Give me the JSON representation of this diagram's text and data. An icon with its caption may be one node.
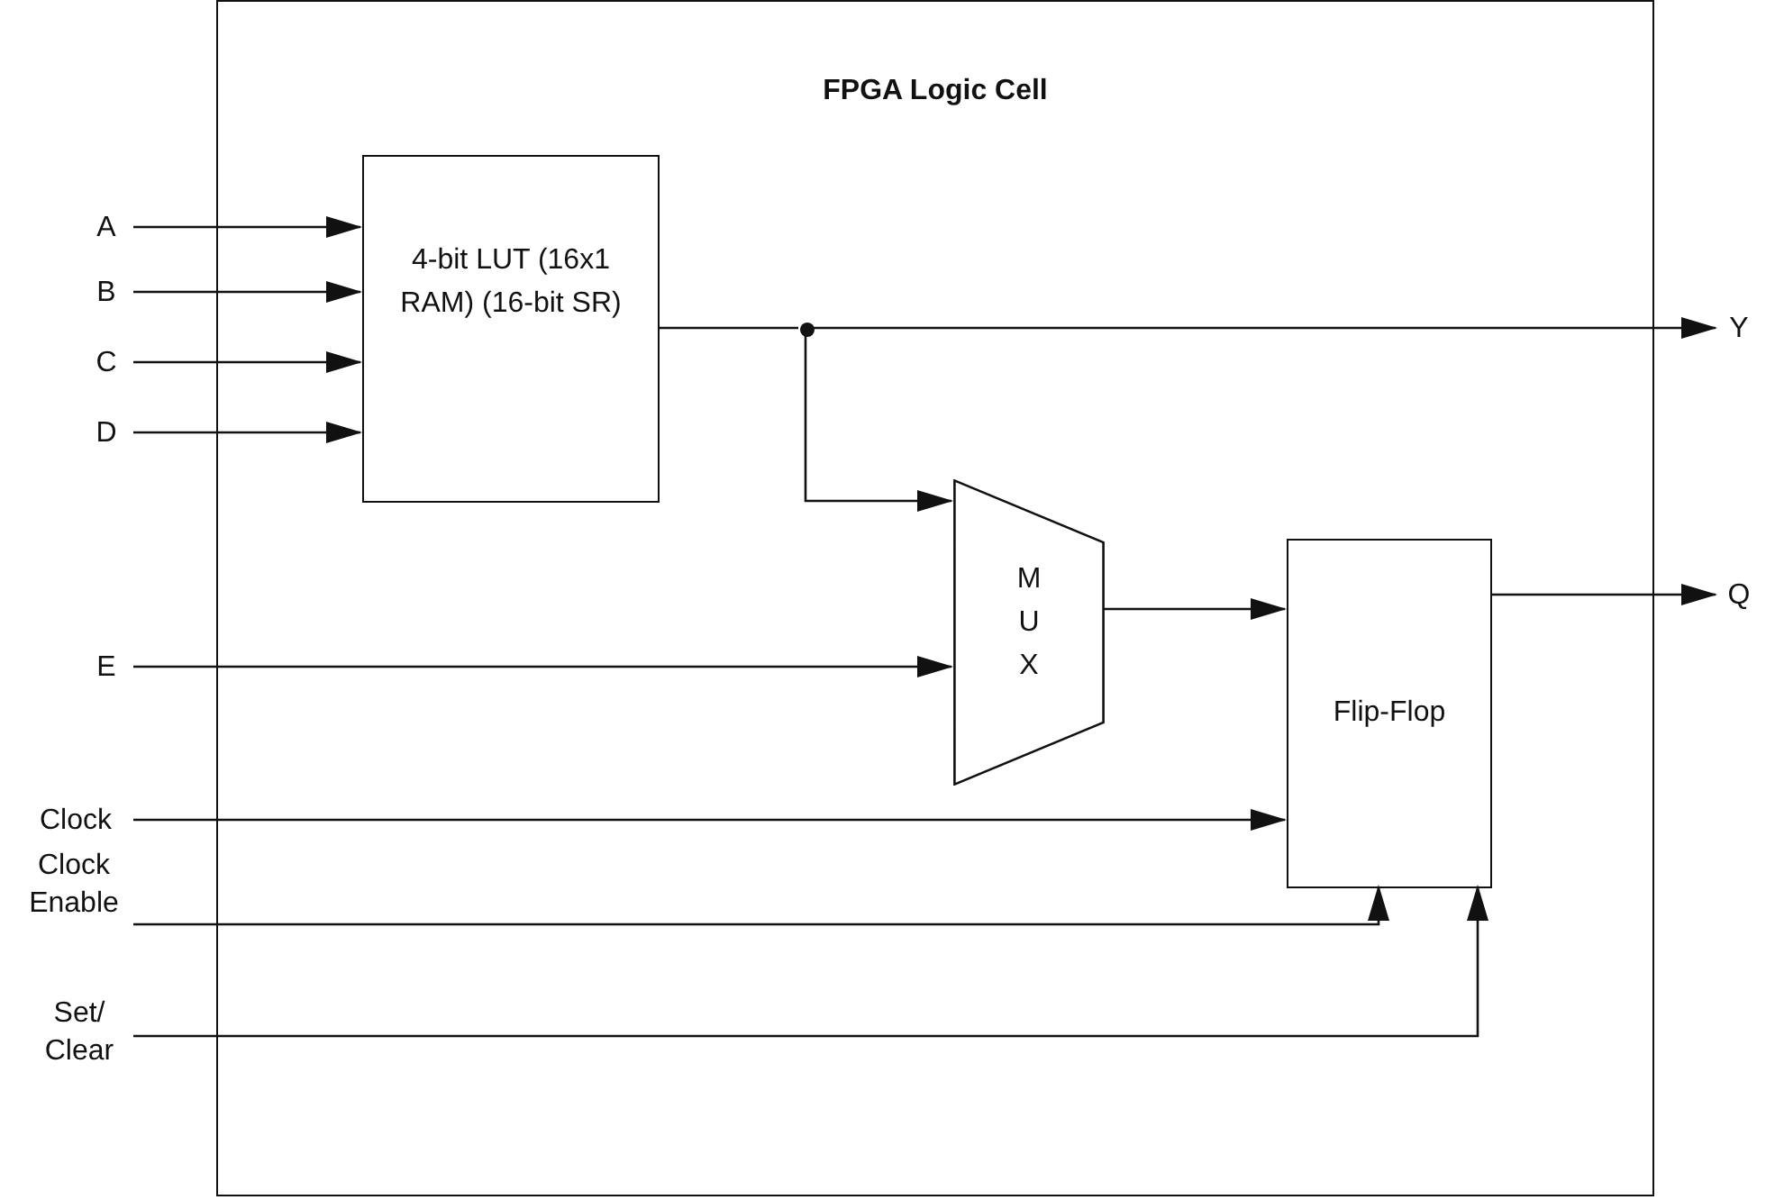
{
  "diagram": {
    "nodes": [
      {
        "text": [
          "FPGA Logic Cell"
        ]
      },
      {
        "text": [
          "4-bit LUT (16x1 RAM) (16-bit SR)"
        ],
        "in": 0
      },
      {
        "text": [
          "MUX"
        ],
        "in": 0
      },
      {
        "text": [
          "Flip-Flop"
        ],
        "in": 0
      },
      {
        "text": [],
        "shape": "circle",
        "in": 0
      },
      {
        "text": [
          "A"
        ]
      },
      {
        "text": [
          "B"
        ]
      },
      {
        "text": [
          "C"
        ]
      },
      {
        "text": [
          "D"
        ]
      },
      {
        "text": [
          "E"
        ]
      },
      {
        "text": [
          "Clock"
        ]
      },
      {
        "text": [
          "Clock Enable"
        ]
      },
      {
        "text": [
          "Set/ Clear"
        ]
      },
      {
        "text": [
          "Y"
        ]
      },
      {
        "text": [
          "Q"
        ]
      }
    ],
    "edges": [
      {
        "from": 5,
        "to": 1,
        "arrow": "to"
      },
      {
        "from": 6,
        "to": 1,
        "arrow": "to"
      },
      {
        "from": 7,
        "to": 1,
        "arrow": "to"
      },
      {
        "from": 8,
        "to": 1,
        "arrow": "to"
      },
      {
        "from": 1,
        "to": 4,
        "arrow": "none"
      },
      {
        "from": 4,
        "to": 13,
        "arrow": "to"
      },
      {
        "from": 4,
        "to": 2,
        "arrow": "to"
      },
      {
        "from": 9,
        "to": 2,
        "arrow": "to"
      },
      {
        "from": 2,
        "to": 3,
        "arrow": "to"
      },
      {
        "from": 10,
        "to": 3,
        "arrow": "to"
      },
      {
        "from": 11,
        "to": 3,
        "arrow": "to"
      },
      {
        "from": 12,
        "to": 3,
        "arrow": "to"
      },
      {
        "from": 3,
        "to": 14,
        "arrow": "to"
      }
    ]
  }
}
